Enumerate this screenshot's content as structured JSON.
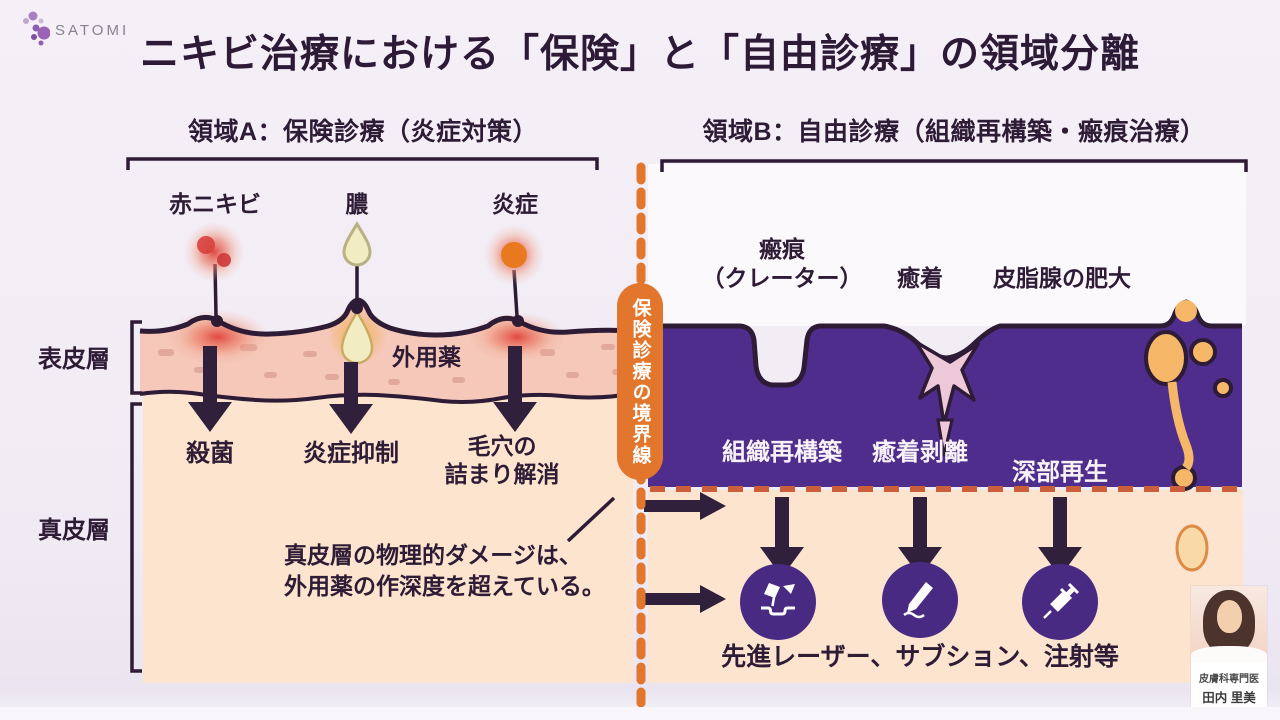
{
  "logo": {
    "brand": "SATOMI"
  },
  "title": "ニキビ治療における「保険」と「自由診療」の領域分離",
  "region_a": {
    "header": "領域A：保険診療（炎症対策）",
    "conditions": [
      "赤ニキビ",
      "膿",
      "炎症"
    ],
    "topical_label": "外用薬",
    "effects": [
      "殺菌",
      "炎症抑制"
    ],
    "pore_effect_line1": "毛穴の",
    "pore_effect_line2": "詰まり解消",
    "note_line1": "真皮層の物理的ダメージは、",
    "note_line2": "外用薬の作深度を超えている。"
  },
  "skin_layers": {
    "epidermis": "表皮層",
    "dermis": "真皮層"
  },
  "boundary_badge": "保険診療の境界線",
  "region_b": {
    "header": "領域B：自由診療（組織再構築・瘢痕治療）",
    "problem_scar_line1": "瘢痕",
    "problem_scar_line2": "（クレーター）",
    "problem_adhesion": "癒着",
    "problem_gland": "皮脂腺の肥大",
    "treatments": [
      "組織再構築",
      "癒着剥離",
      "深部再生"
    ],
    "methods": "先進レーザー、サブション、注射等"
  },
  "doctor": {
    "title": "皮膚科専門医",
    "name": "田内 里美"
  },
  "colors": {
    "accent_orange": "#e2762c",
    "deep_purple_block": "#4e2d8c",
    "icon_circle_purple": "#482a82",
    "ink": "#2e1b35",
    "epidermis_pink": "#f5c8ba",
    "dermis_peach": "#fce4cf"
  }
}
